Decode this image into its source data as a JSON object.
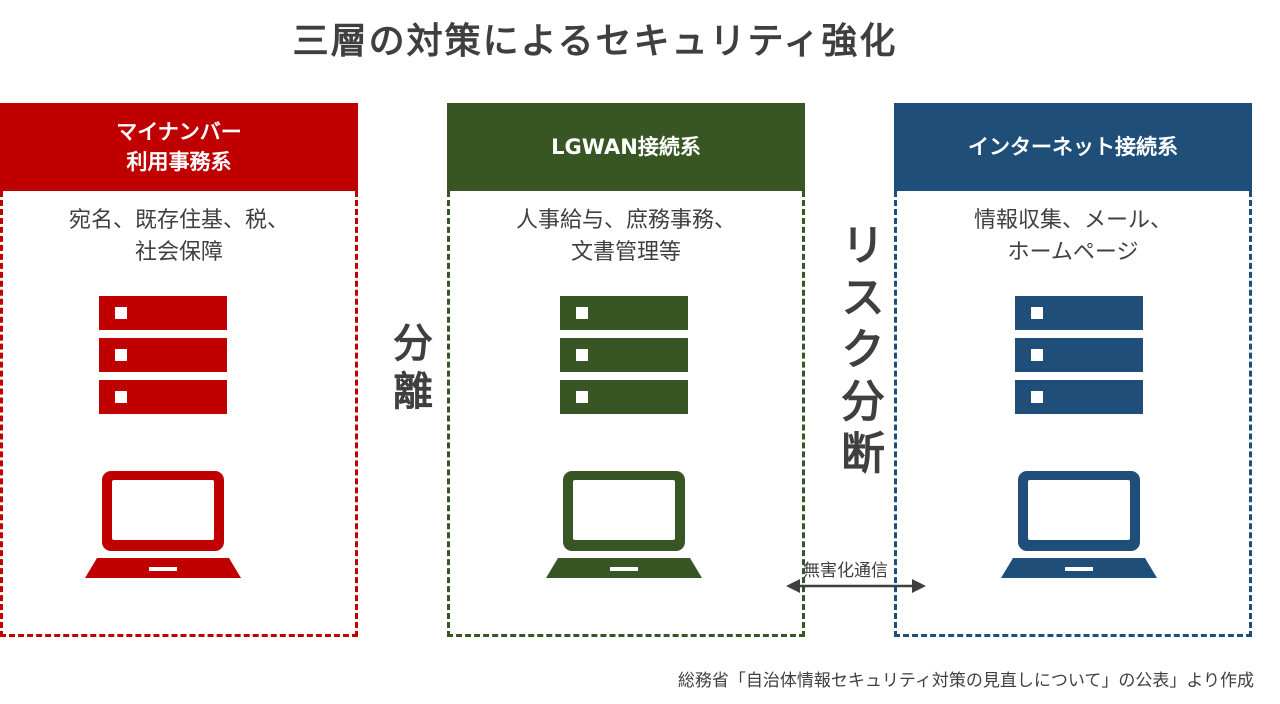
{
  "title": "三層の対策によるセキュリティ強化",
  "columns": [
    {
      "header": "マイナンバー\n利用事務系",
      "description": "宛名、既存住基、税、\n社会保障",
      "color": "#c00000",
      "icons": [
        "server-icon",
        "laptop-icon"
      ]
    },
    {
      "header": "LGWAN接続系",
      "description": "人事給与、庶務事務、\n文書管理等",
      "color": "#375623",
      "icons": [
        "server-icon",
        "laptop-icon"
      ]
    },
    {
      "header": "インターネット接続系",
      "description": "情報収集、メール、\nホームページ",
      "color": "#1f4e79",
      "icons": [
        "server-icon",
        "laptop-icon"
      ]
    }
  ],
  "separation_label": "分離",
  "risk_label": "リスク分断",
  "sanitize_label": "無害化通信",
  "arrow_icon": "double-arrow-icon",
  "source": "総務省「自治体情報セキュリティ対策の見直しについて」の公表」より作成"
}
